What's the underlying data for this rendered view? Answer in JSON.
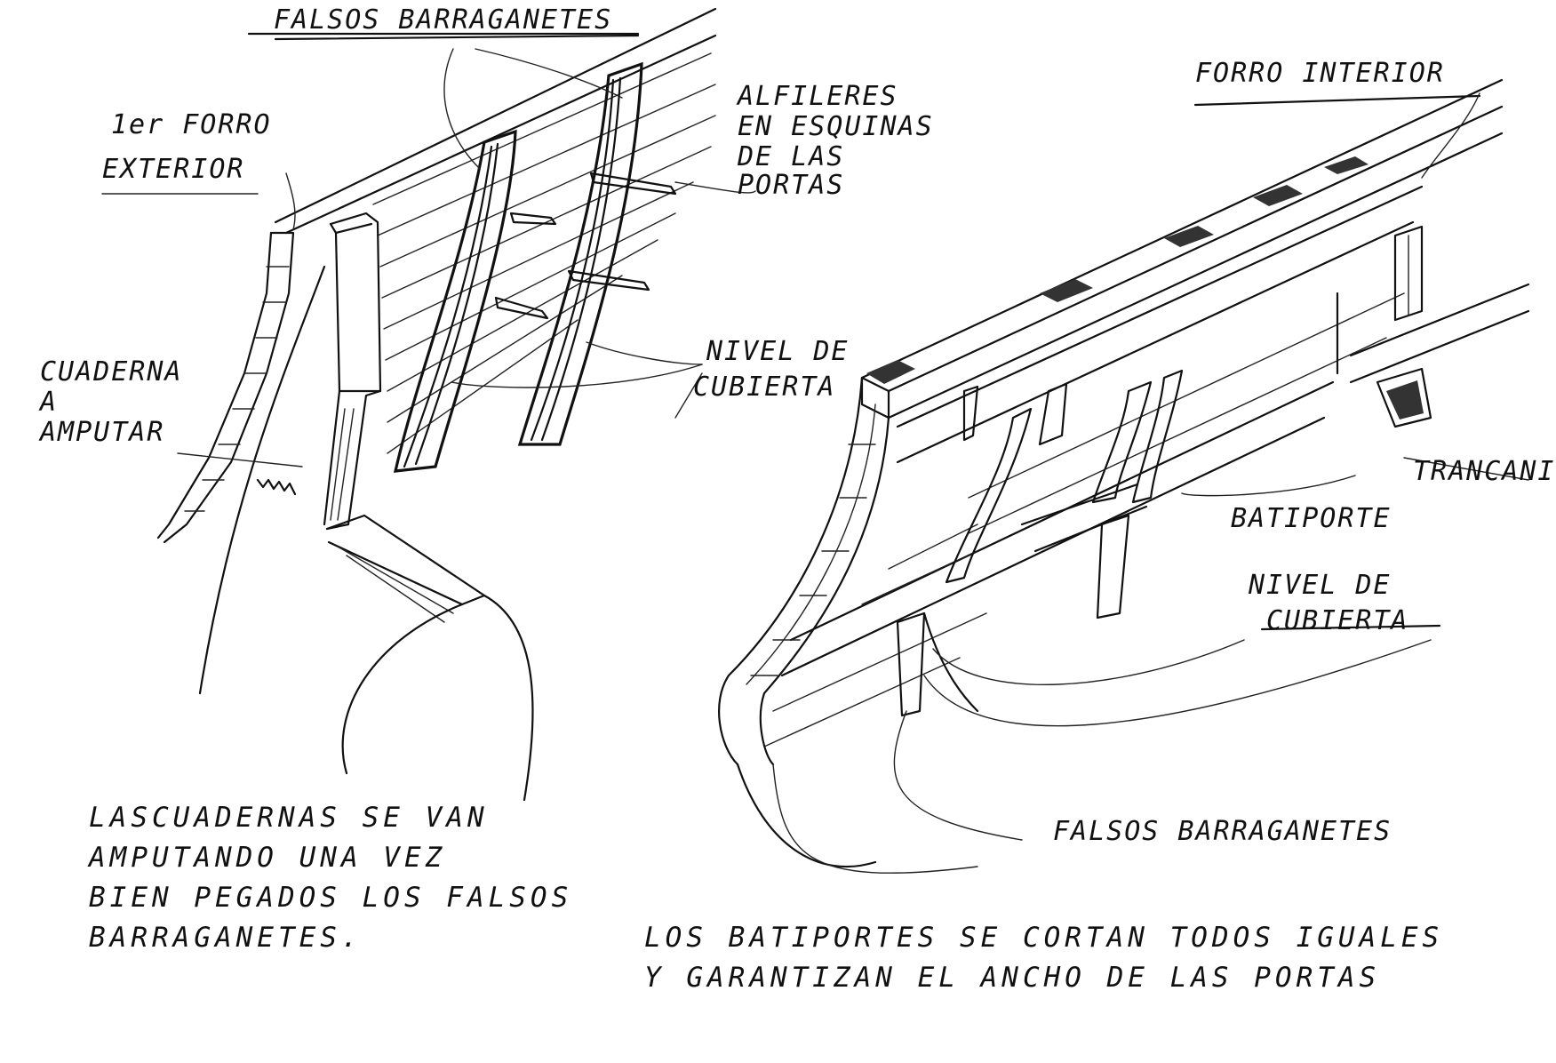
{
  "colors": {
    "ink": "#111111",
    "paper": "#ffffff"
  },
  "labels": {
    "falsos_top": "FALSOS BARRAGANETES",
    "forro_exterior_line1": "1er FORRO",
    "forro_exterior_line2": "EXTERIOR",
    "alfileres_line1": "ALFILERES",
    "alfileres_line2": "EN ESQUINAS",
    "alfileres_line3": "DE LAS",
    "alfileres_line4": "PORTAS",
    "forro_interior": "FORRO INTERIOR",
    "cuaderna_line1": "CUADERNA",
    "cuaderna_line2": "A",
    "cuaderna_line3": "AMPUTAR",
    "nivel_left_line1": "NIVEL DE",
    "nivel_left_line2": "CUBIERTA",
    "tranconil": "TRANCANIL",
    "batiporte": "BATIPORTE",
    "nivel_right_line1": "NIVEL DE",
    "nivel_right_line2": "CUBIERTA",
    "falsos_bottom": "FALSOS BARRAGANETES"
  },
  "notes": {
    "left_note": [
      "LASCUADERNAS SE VAN",
      "AMPUTANDO UNA VEZ",
      "BIEN PEGADOS LOS FALSOS",
      "BARRAGANETES."
    ],
    "bottom_note": [
      "LOS BATIPORTES SE CORTAN TODOS IGUALES",
      "Y GARANTIZAN EL ANCHO DE LAS PORTAS"
    ]
  }
}
